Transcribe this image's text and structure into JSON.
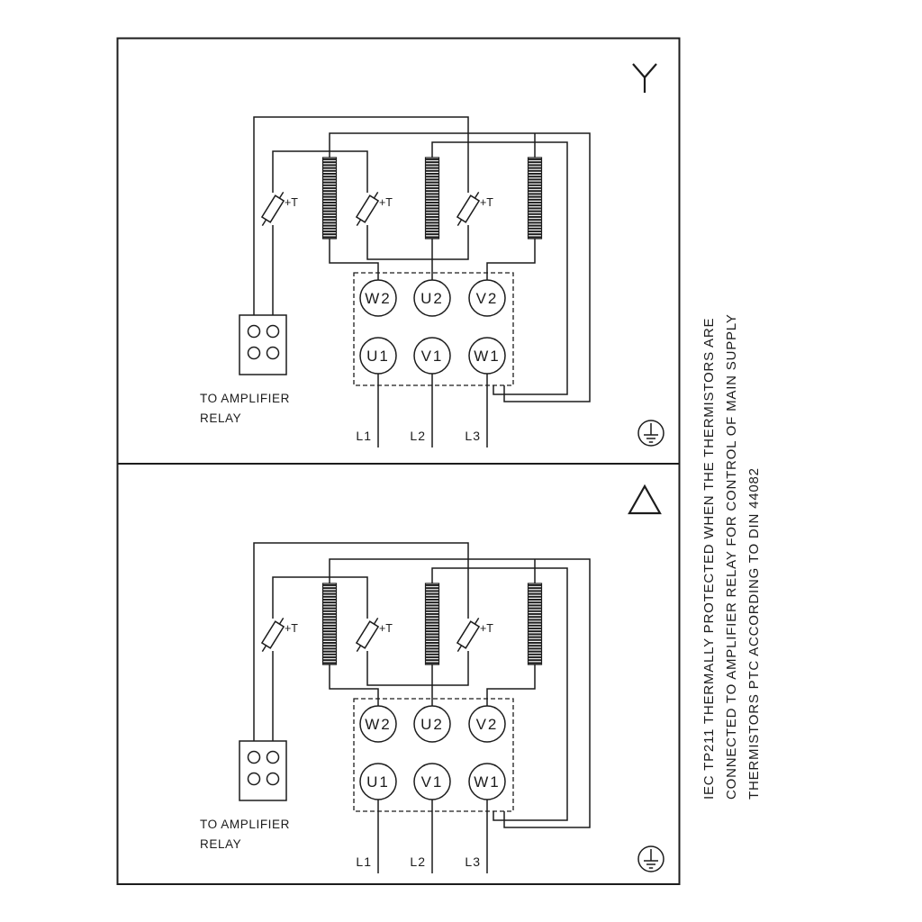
{
  "diagram": {
    "terminal_labels": {
      "top_row": [
        "W2",
        "U2",
        "V2"
      ],
      "bottom_row": [
        "U1",
        "V1",
        "W1"
      ]
    },
    "supply_line_labels": [
      "L1",
      "L2",
      "L3"
    ],
    "thermistor_label": "+T",
    "amplifier_note_line1": "TO AMPLIFIER",
    "amplifier_note_line2": "RELAY",
    "connection_symbols": [
      "star",
      "delta"
    ],
    "side_note_lines": [
      "IEC TP211 THERMALLY PROTECTED WHEN THE THERMISTORS ARE",
      "CONNECTED TO AMPLIFIER RELAY FOR CONTROL OF MAIN SUPPLY",
      "THERMISTORS PTC ACCORDING TO DIN 44082"
    ],
    "colors": {
      "line": "#1c1c1c",
      "background": "#ffffff"
    }
  }
}
